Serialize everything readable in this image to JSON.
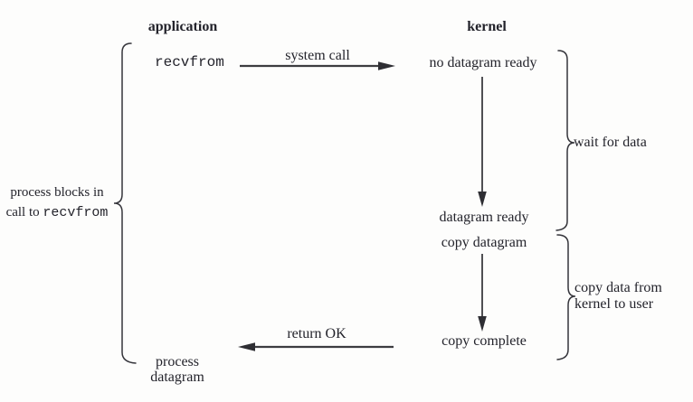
{
  "figure": {
    "headers": {
      "application": "application",
      "kernel": "kernel"
    },
    "app_side": {
      "syscall_name": "recvfrom",
      "blocking_note_line1": "process blocks in",
      "blocking_note_line2_prefix": "call to ",
      "blocking_note_line2_code": "recvfrom",
      "final_step_line1": "process",
      "final_step_line2": "datagram"
    },
    "kernel_side": {
      "state_no_datagram": "no datagram ready",
      "state_datagram_ready": "datagram ready",
      "state_copy_datagram": "copy datagram",
      "state_copy_complete": "copy complete"
    },
    "transitions": {
      "app_to_kernel": "system call",
      "kernel_to_app": "return OK"
    },
    "phase_labels": {
      "wait_phase": "wait for data",
      "copy_phase_line1": "copy data from",
      "copy_phase_line2": "kernel to user"
    },
    "colors": {
      "ink": "#23232b",
      "line": "#3d3d40",
      "background": "#fdfdfc"
    }
  }
}
